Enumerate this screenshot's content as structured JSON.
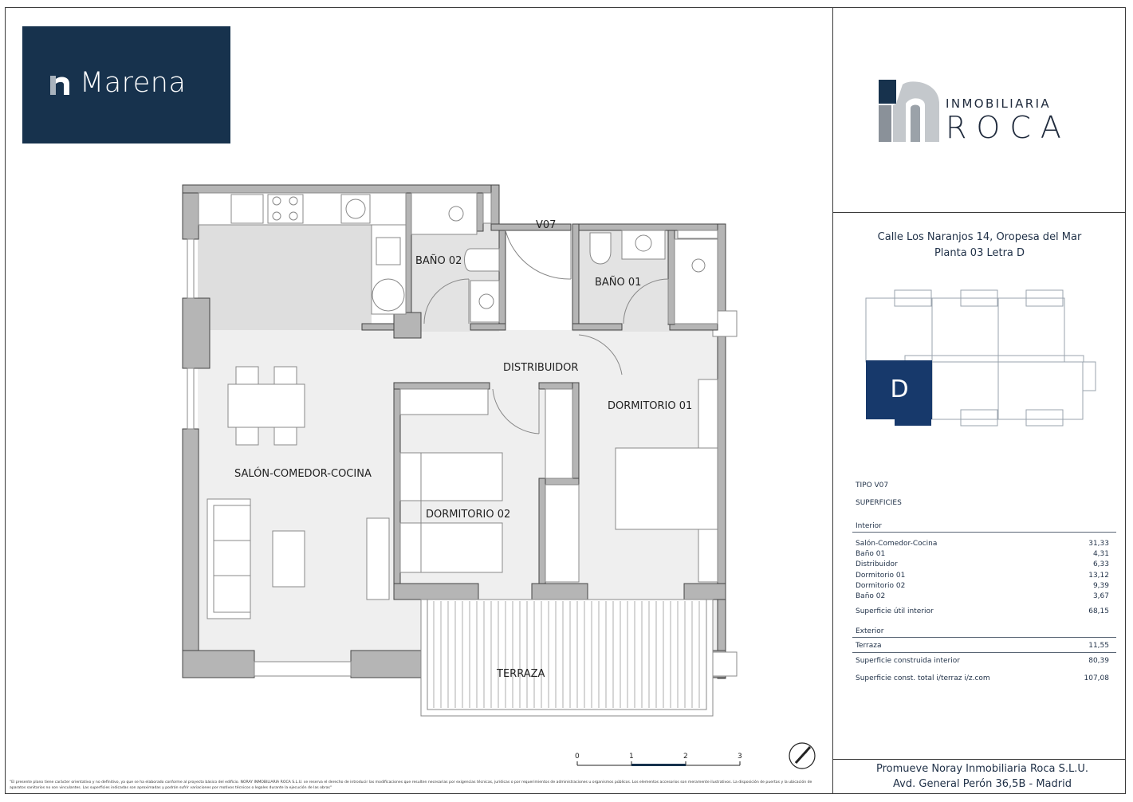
{
  "brand": {
    "name": "Marena",
    "icon": "marena-mark-icon"
  },
  "developer": {
    "line1": "INMOBILIARIA",
    "line2": "ROCA",
    "icon": "roca-mark-icon"
  },
  "address": {
    "street": "Calle Los Naranjos 14, Oropesa del Mar",
    "unit": "Planta 03 Letra D"
  },
  "keyplan": {
    "selected_label": "D",
    "selected_color": "#17396b"
  },
  "plan": {
    "rooms": {
      "kitchen_living": "SALÓN-COMEDOR-COCINA",
      "bath02": "BAÑO 02",
      "bath01": "BAÑO 01",
      "hall": "DISTRIBUIDOR",
      "bed01": "DORMITORIO 01",
      "bed02": "DORMITORIO 02",
      "terrace": "TERRAZA",
      "door_code": "V07"
    },
    "scale": {
      "ticks": [
        "0",
        "1",
        "2",
        "3"
      ]
    }
  },
  "areas": {
    "tipo": "TIPO V07",
    "superficies": "SUPERFICIES",
    "interior_label": "Interior",
    "interior": [
      {
        "name": "Salón-Comedor-Cocina",
        "value": "31,33"
      },
      {
        "name": "Baño 01",
        "value": "4,31"
      },
      {
        "name": "Distribuidor",
        "value": "6,33"
      },
      {
        "name": "Dormitorio 01",
        "value": "13,12"
      },
      {
        "name": "Dormitorio 02",
        "value": "9,39"
      },
      {
        "name": "Baño 02",
        "value": "3,67"
      }
    ],
    "util": {
      "name": "Superficie útil interior",
      "value": "68,15"
    },
    "exterior_label": "Exterior",
    "exterior": [
      {
        "name": "Terraza",
        "value": "11,55"
      },
      {
        "name": "Superficie construida interior",
        "value": "80,39"
      },
      {
        "name": "Superficie const. total i/terraz i/z.com",
        "value": "107,08"
      }
    ]
  },
  "footer": {
    "promueve": "Promueve Noray Inmobiliaria Roca  S.L.U.",
    "address": "Avd. General Perón 36,5B - Madrid",
    "disclaimer": "\"El presente plano tiene carácter orientativo y no definitivo, ya que se ha elaborado conforme al proyecto básico del edificio. NORAY INMOBILIARIA ROCA S.L.U. se reserva el derecho de introducir las modificaciones que resulten necesarias por exigencias técnicas, jurídicas o por requerimientos de administraciones u organismos públicos. Los elementos accesorios son meramente ilustrativos. La disposición de puertas y la ubicación de aparatos sanitarios no son vinculantes. Las superficies indicadas son aproximadas y podrán sufrir variaciones por motivos técnicos o legales durante la ejecución de las obras\""
  }
}
